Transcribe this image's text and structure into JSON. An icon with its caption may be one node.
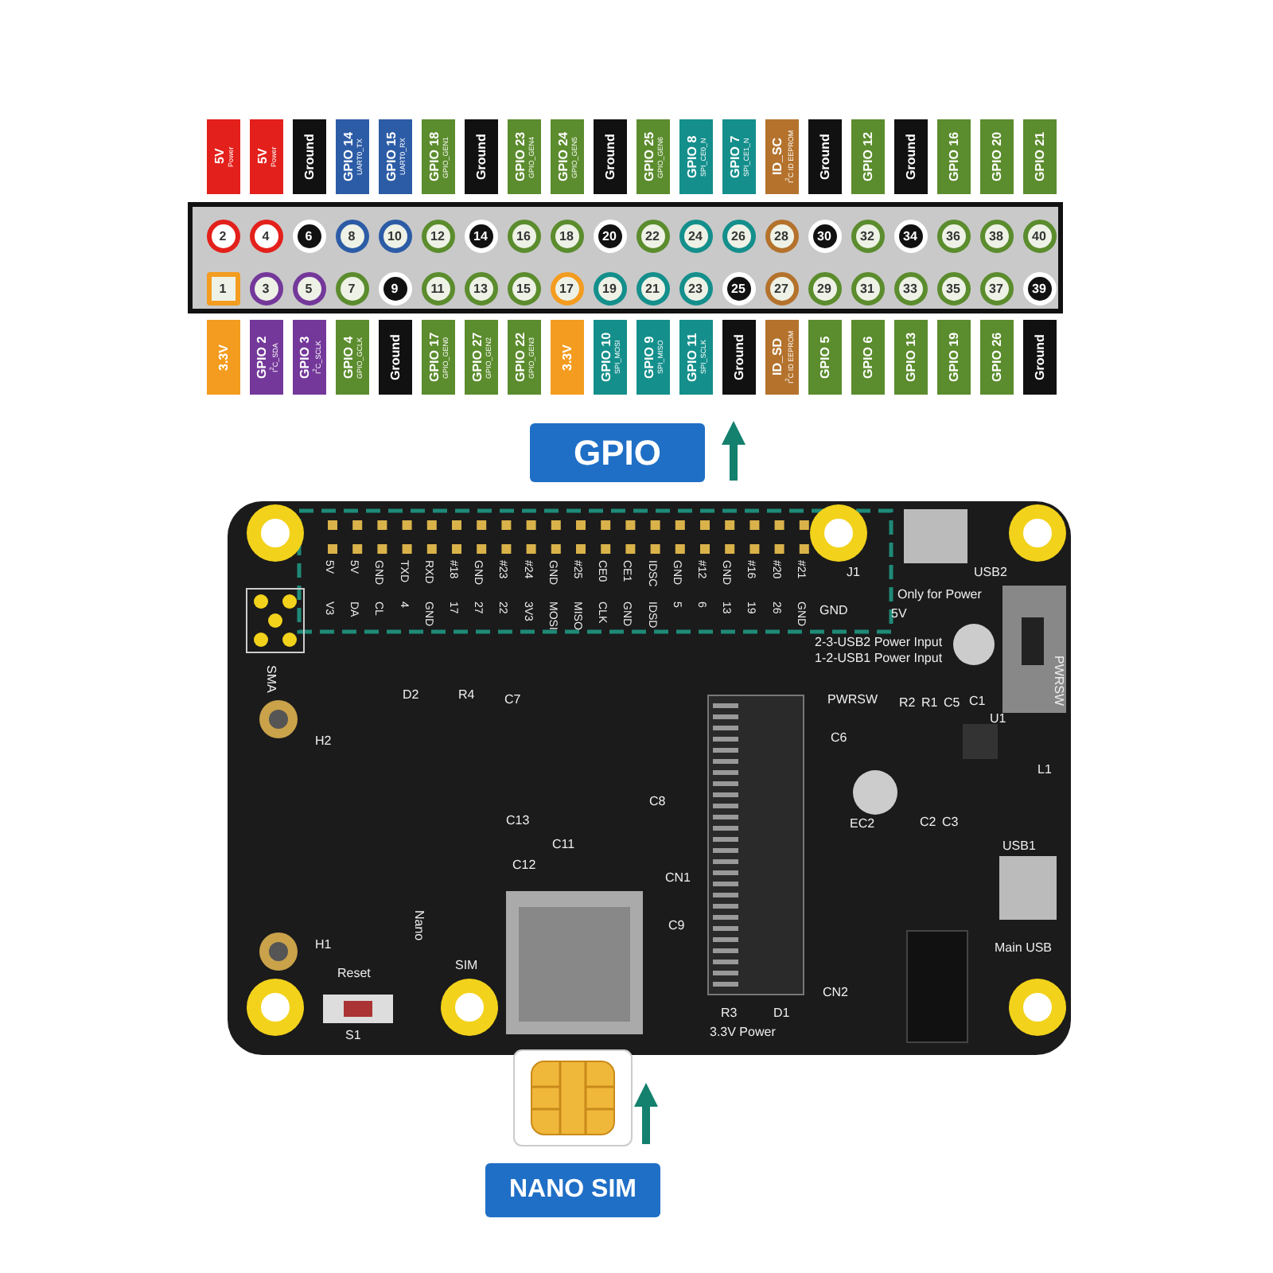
{
  "diagram": {
    "nodes": [
      {
        "text": [
          "5V",
          "Power"
        ]
      },
      {
        "text": [
          "5V",
          "Power"
        ]
      },
      {
        "text": [
          "Ground"
        ]
      },
      {
        "text": [
          "GPIO 14",
          "UART0_TX"
        ]
      },
      {
        "text": [
          "GPIO 15",
          "UART0_RX"
        ]
      },
      {
        "text": [
          "GPIO 18",
          "GPIO_GEN1"
        ]
      },
      {
        "text": [
          "Ground"
        ]
      },
      {
        "text": [
          "GPIO 23",
          "GPIO_GEN4"
        ]
      },
      {
        "text": [
          "GPIO 24",
          "GPIO_GEN5"
        ]
      },
      {
        "text": [
          "Ground"
        ]
      },
      {
        "text": [
          "GPIO 25",
          "GPIO_GEN6"
        ]
      },
      {
        "text": [
          "GPIO 8",
          "SPI_CE0_N"
        ]
      },
      {
        "text": [
          "GPIO 7",
          "SPI_CE1_N"
        ]
      },
      {
        "text": [
          "ID_SC",
          "I$^{2}$C ID EEPROM"
        ]
      },
      {
        "text": [
          "Ground"
        ]
      },
      {
        "text": [
          "GPIO 12"
        ]
      },
      {
        "text": [
          "Ground"
        ]
      },
      {
        "text": [
          "GPIO 16"
        ]
      },
      {
        "text": [
          "GPIO 20"
        ]
      },
      {
        "text": [
          "GPIO 21"
        ]
      },
      {
        "text": [],
        "shape": "box"
      },
      {
        "text": [
          "2"
        ],
        "in": 20
      },
      {
        "text": [
          "4"
        ],
        "in": 20
      },
      {
        "text": [
          "6"
        ],
        "in": 20
      },
      {
        "text": [
          "8"
        ],
        "in": 20
      },
      {
        "text": [
          "10"
        ],
        "in": 20
      },
      {
        "text": [
          "12"
        ],
        "in": 20
      },
      {
        "text": [
          "14"
        ],
        "in": 20
      },
      {
        "text": [
          "16"
        ],
        "in": 20
      },
      {
        "text": [
          "18"
        ],
        "in": 20
      },
      {
        "text": [
          "20"
        ],
        "in": 20
      },
      {
        "text": [
          "22"
        ],
        "in": 20
      },
      {
        "text": [
          "24"
        ],
        "in": 20
      },
      {
        "text": [
          "26"
        ],
        "in": 20
      },
      {
        "text": [
          "28"
        ],
        "in": 20
      },
      {
        "text": [
          "30"
        ],
        "in": 20
      },
      {
        "text": [
          "32"
        ],
        "in": 20
      },
      {
        "text": [
          "34"
        ],
        "in": 20
      },
      {
        "text": [
          "36"
        ],
        "in": 20
      },
      {
        "text": [
          "38"
        ],
        "in": 20
      },
      {
        "text": [
          "40"
        ],
        "in": 20
      },
      {
        "text": [
          "1"
        ],
        "in": 20
      },
      {
        "text": [
          "3"
        ],
        "in": 20
      },
      {
        "text": [
          "5"
        ],
        "in": 20
      },
      {
        "text": [
          "7"
        ],
        "in": 20
      },
      {
        "text": [
          "9"
        ],
        "in": 20
      },
      {
        "text": [
          "11"
        ],
        "in": 20
      },
      {
        "text": [
          "13"
        ],
        "in": 20
      },
      {
        "text": [
          "15"
        ],
        "in": 20
      },
      {
        "text": [
          "17"
        ],
        "in": 20
      },
      {
        "text": [
          "19"
        ],
        "in": 20
      },
      {
        "text": [
          "21"
        ],
        "in": 20
      },
      {
        "text": [
          "23"
        ],
        "in": 20
      },
      {
        "text": [
          "25"
        ],
        "in": 20
      },
      {
        "text": [
          "27"
        ],
        "in": 20
      },
      {
        "text": [
          "29"
        ],
        "in": 20
      },
      {
        "text": [
          "31"
        ],
        "in": 20
      },
      {
        "text": [
          "33"
        ],
        "in": 20
      },
      {
        "text": [
          "35"
        ],
        "in": 20
      },
      {
        "text": [
          "37"
        ],
        "in": 20
      },
      {
        "text": [
          "39"
        ],
        "in": 20
      },
      {
        "text": [
          "3.3V"
        ]
      },
      {
        "text": [
          "GPIO 2",
          "I$^{2}$C_SDA"
        ]
      },
      {
        "text": [
          "GPIO 3",
          "I$^{2}$C_SCLK"
        ]
      },
      {
        "text": [
          "GPIO 4",
          "GPIO_GCLK"
        ]
      },
      {
        "text": [
          "Ground"
        ]
      },
      {
        "text": [
          "GPIO 17",
          "GPIO_GEN0"
        ]
      },
      {
        "text": [
          "GPIO 27",
          "GPIO_GEN2"
        ]
      },
      {
        "text": [
          "GPIO 22",
          "GPIO_GEN3"
        ]
      },
      {
        "text": [
          "3.3V"
        ]
      },
      {
        "text": [
          "GPIO 10",
          "SPI_MOSI"
        ]
      },
      {
        "text": [
          "GPIO 9",
          "SPI_MISO"
        ]
      },
      {
        "text": [
          "GPIO 11",
          "SPI_SCLK"
        ]
      },
      {
        "text": [
          "Ground"
        ]
      },
      {
        "text": [
          "ID_SD",
          "I$^{2}$C ID EEPROM"
        ]
      },
      {
        "text": [
          "GPIO 5"
        ]
      },
      {
        "text": [
          "GPIO 6"
        ]
      },
      {
        "text": [
          "GPIO 13"
        ]
      },
      {
        "text": [
          "GPIO 19"
        ]
      },
      {
        "text": [
          "GPIO 26"
        ]
      },
      {
        "text": [
          "Ground"
        ]
      },
      {
        "text": [
          "GPIO"
        ]
      },
      {
        "text": [],
        "shape": "picture"
      },
      {
        "text": [
          "NANO SIM"
        ]
      }
    ],
    "labels": [
      "5V",
      "5V",
      "GND",
      "TXD",
      "RXD",
      "#18",
      "GND",
      "#23",
      "#24",
      "GND",
      "#25",
      "CE0",
      "CE1",
      "IDSC",
      "GND",
      "#12",
      "GND",
      "#16",
      "#20",
      "#21",
      "V3",
      "DA",
      "CL",
      "4",
      "GND",
      "17",
      "27",
      "22",
      "3V3",
      "MOSI",
      "MISO",
      "CLK",
      "GND",
      "IDSD",
      "5",
      "6",
      "13",
      "19",
      "26",
      "GND",
      "SMA",
      "H2",
      "H1",
      "Reset",
      "S1",
      "Nano",
      "SIM",
      "D2",
      "R4",
      "C7",
      "C13",
      "C11",
      "C12",
      "C8",
      "C9",
      "CN1",
      "CN2",
      "C6",
      "EC2",
      "C2",
      "C3",
      "USB1",
      "Main USB",
      "R3",
      "D1",
      "3.3V Power",
      "PWRSW",
      "R2",
      "R1",
      "C5",
      "C1",
      "U1",
      "L1",
      "USB2",
      "Only for Power",
      "J1",
      "GND",
      "5V",
      "2-3-USB2 Power Input",
      "1-2-USB1 Power Input",
      "PWRSW"
    ]
  }
}
